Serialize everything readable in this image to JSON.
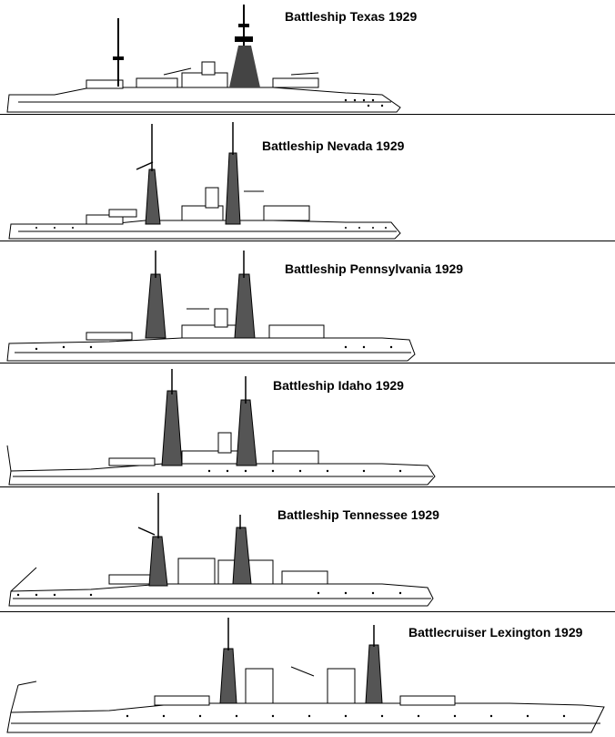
{
  "ships": [
    {
      "caption": "Battleship Texas 1929"
    },
    {
      "caption": "Battleship Nevada 1929"
    },
    {
      "caption": "Battleship Pennsylvania 1929"
    },
    {
      "caption": "Battleship Idaho 1929"
    },
    {
      "caption": "Battleship Tennessee 1929"
    },
    {
      "caption": "Battlecruiser Lexington 1929"
    }
  ]
}
